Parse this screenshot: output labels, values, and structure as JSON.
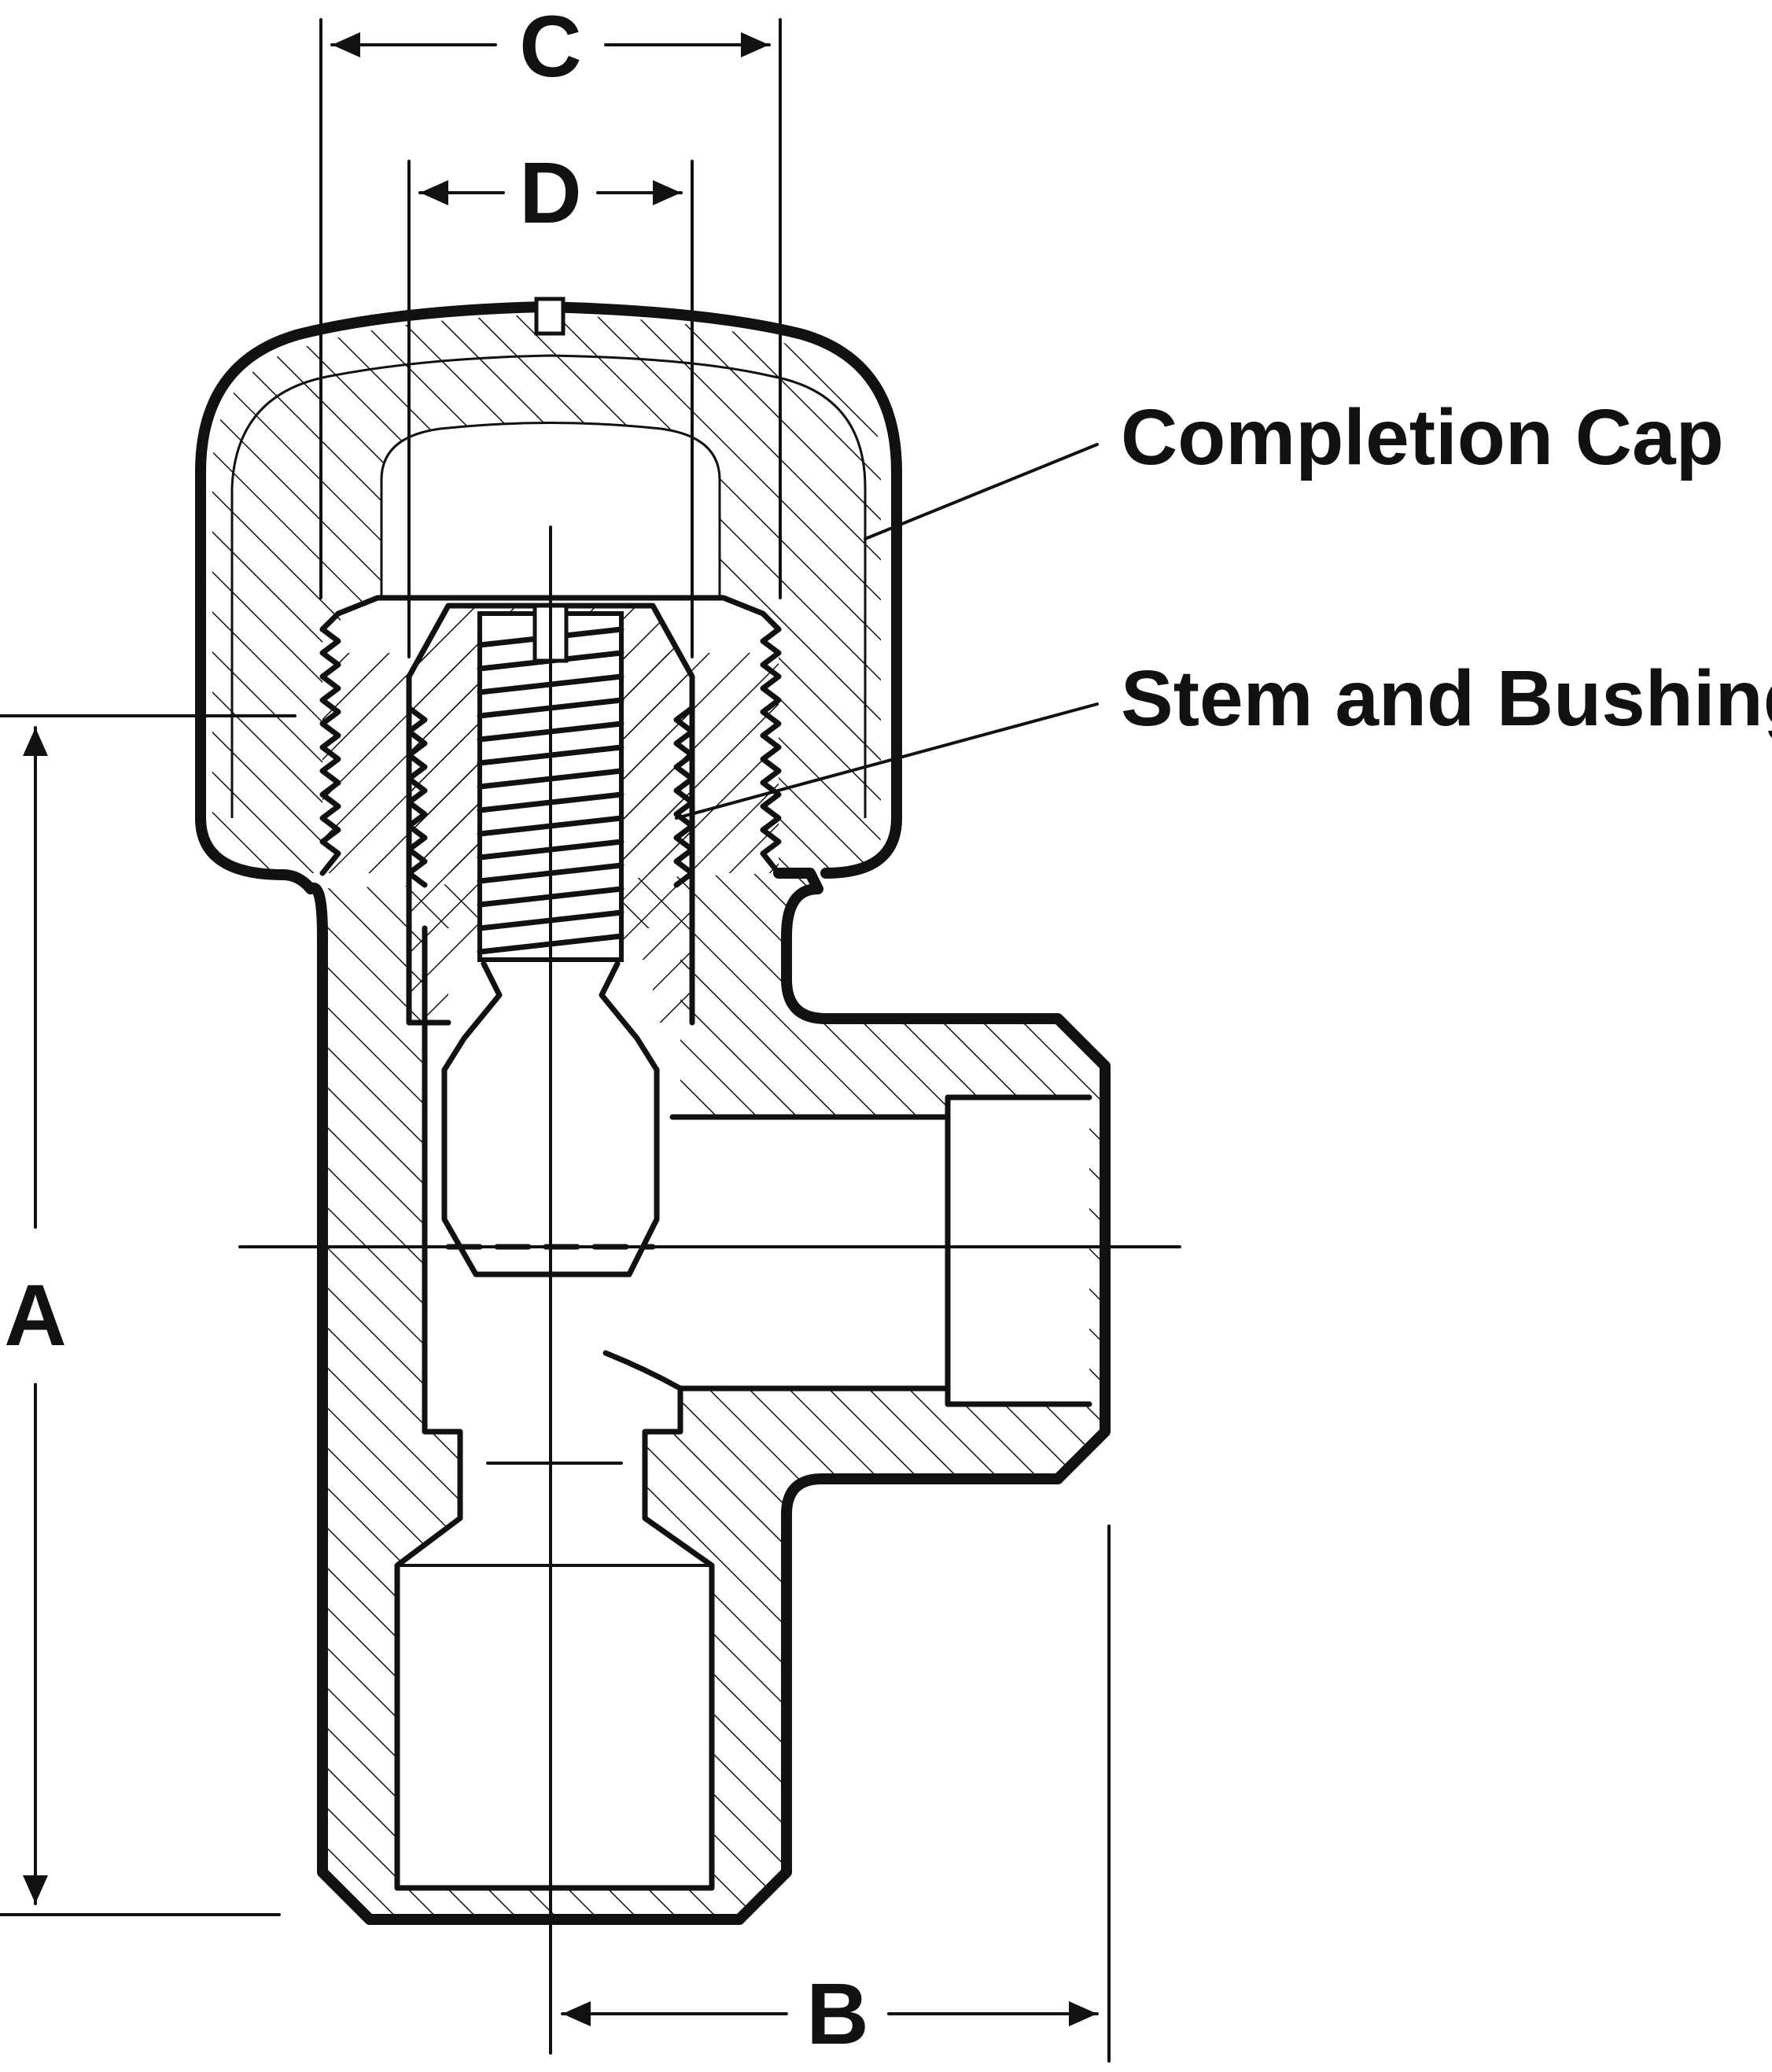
{
  "diagram": {
    "dimensions": {
      "a": "A",
      "b": "B",
      "c": "C",
      "d": "D"
    },
    "callouts": {
      "completion_cap": "Completion Cap",
      "stem_and_bushing": "Stem and Bushing"
    },
    "colors": {
      "ink": "#111111",
      "background": "#ffffff"
    }
  }
}
